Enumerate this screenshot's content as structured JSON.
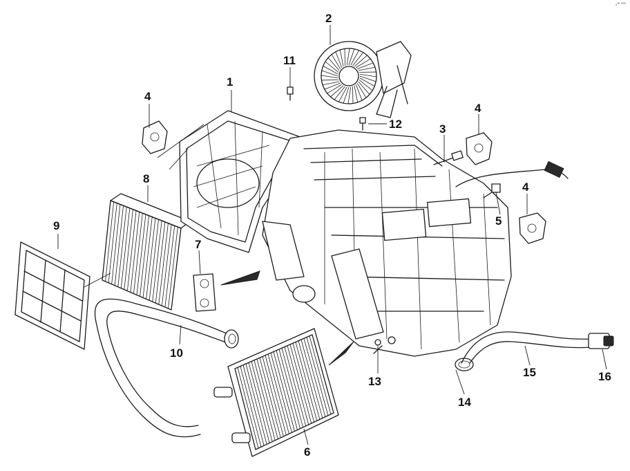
{
  "corner_mark": "ᵥᴹ ⁰⁰⁰",
  "callouts": [
    "1",
    "2",
    "3",
    "4",
    "4",
    "4",
    "5",
    "6",
    "7",
    "8",
    "9",
    "10",
    "11",
    "12",
    "13",
    "14",
    "15",
    "16"
  ]
}
